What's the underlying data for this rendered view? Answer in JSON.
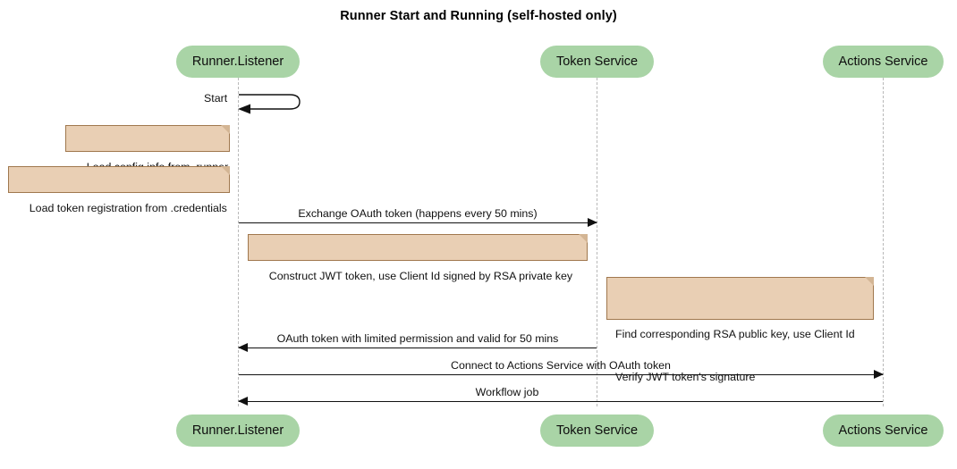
{
  "diagram": {
    "type": "sequence-diagram",
    "title": "Runner Start and Running (self-hosted only)",
    "colors": {
      "participant_fill": "#a9d4a6",
      "note_fill": "#e9cfb4",
      "note_border": "#a0784e",
      "lifeline": "#b9b9b9",
      "arrow": "#111111",
      "background": "#ffffff"
    }
  },
  "participants": [
    {
      "id": "runner",
      "label": "Runner.Listener"
    },
    {
      "id": "token",
      "label": "Token Service"
    },
    {
      "id": "actions",
      "label": "Actions Service"
    }
  ],
  "self_messages": [
    {
      "label": "Start",
      "from": "runner",
      "to": "runner"
    }
  ],
  "notes": [
    {
      "id": "note-load-config",
      "text": "Load config info from .runner",
      "attached_to": "runner"
    },
    {
      "id": "note-load-token",
      "text": "Load token registration from .credentials",
      "attached_to": "runner"
    },
    {
      "id": "note-construct-jwt",
      "text": "Construct JWT token, use Client Id signed by RSA private key",
      "attached_to": "runner"
    },
    {
      "id": "note-verify-jwt",
      "line1": "Find corresponding RSA public key, use Client Id",
      "line2": "Verify JWT token's signature",
      "attached_to": "token"
    }
  ],
  "messages": [
    {
      "id": "msg-exchange-oauth",
      "label": "Exchange OAuth token (happens every 50 mins)",
      "from": "runner",
      "to": "token",
      "direction": "right"
    },
    {
      "id": "msg-oauth-token-return",
      "label": "OAuth token with limited permission and valid for 50 mins",
      "from": "token",
      "to": "runner",
      "direction": "left"
    },
    {
      "id": "msg-connect-actions",
      "label": "Connect to Actions Service with OAuth token",
      "from": "runner",
      "to": "actions",
      "direction": "right"
    },
    {
      "id": "msg-workflow-job",
      "label": "Workflow job",
      "from": "actions",
      "to": "runner",
      "direction": "left"
    }
  ]
}
